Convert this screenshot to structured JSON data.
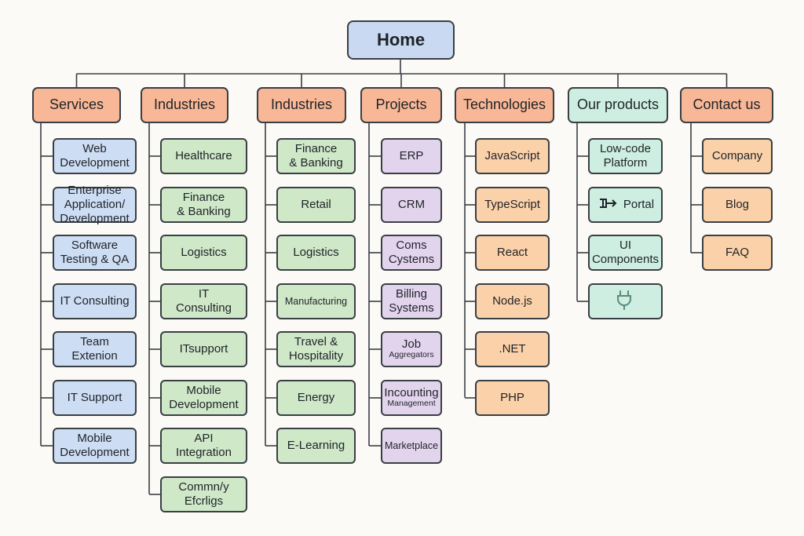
{
  "root": {
    "label": "Home"
  },
  "columns": [
    {
      "id": "services",
      "header": "Services",
      "colors": {
        "header": "#f8b796",
        "child": "#cdddf3"
      },
      "children": [
        "Web\nDevelopment",
        "Enterprise\nApplication/\nDevelopment",
        "Software\nTesting & QA",
        "IT Consulting",
        "Team Extenion",
        "IT Support",
        "Mobile\nDevelopment"
      ]
    },
    {
      "id": "industries-1",
      "header": "Industries",
      "colors": {
        "header": "#f8b796",
        "child": "#cfe8c8"
      },
      "children": [
        "Healthcare",
        "Finance\n& Banking",
        "Logistics",
        "IT\nConsulting",
        "ITsupport",
        "Mobile\nDevelopment",
        "API\nIntegration",
        "Commn/y\nEfcrligs"
      ]
    },
    {
      "id": "industries-2",
      "header": "Industries",
      "colors": {
        "header": "#f8b796",
        "child": "#cfe8c8"
      },
      "children": [
        "Finance\n& Banking",
        "Retail",
        "Logistics",
        "Manufacturing",
        "Travel &\nHospitality",
        "Energy",
        "E-Learning"
      ]
    },
    {
      "id": "projects",
      "header": "Projects",
      "colors": {
        "header": "#f8b796",
        "child": "#e3d4ee"
      },
      "children": [
        "ERP",
        "CRM",
        "Coms\nCystems",
        "Billing\nSystems",
        "Job\nAggregators",
        "Incounting\nManagement",
        "Marketplace"
      ]
    },
    {
      "id": "technologies",
      "header": "Technologies",
      "colors": {
        "header": "#f8b796",
        "child": "#fbd1a9"
      },
      "children": [
        "JavaScript",
        "TypeScript",
        "React",
        "Node.js",
        ".NET",
        "PHP"
      ]
    },
    {
      "id": "our-products",
      "header": "Our products",
      "colors": {
        "header": "#cdeee1",
        "child": "#cdeee1"
      },
      "children": [
        "Low-code\nPlatform",
        "Portal",
        "UI\nComponents",
        ""
      ],
      "icons": [
        "",
        "portal-icon",
        "",
        "plug-icon"
      ]
    },
    {
      "id": "contact-us",
      "header": "Contact us",
      "colors": {
        "header": "#f8b796",
        "child": "#fbd1a9"
      },
      "children": [
        "Company",
        "Blog",
        "FAQ"
      ]
    }
  ]
}
